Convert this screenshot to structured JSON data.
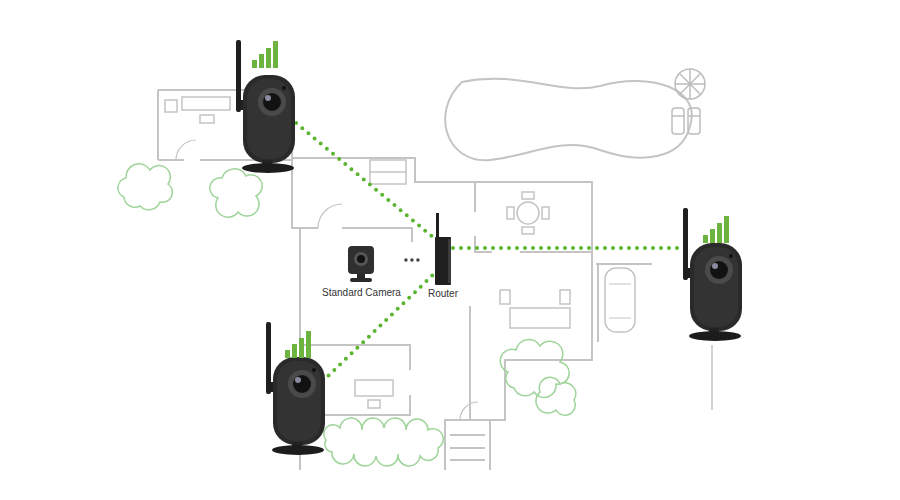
{
  "diagram": {
    "nodes": [
      {
        "text": [
          "Standard Camera"
        ]
      },
      {
        "text": [
          "Router"
        ]
      }
    ],
    "edges": [
      {
        "from": 0,
        "to": 1,
        "arrow": "none"
      }
    ]
  }
}
